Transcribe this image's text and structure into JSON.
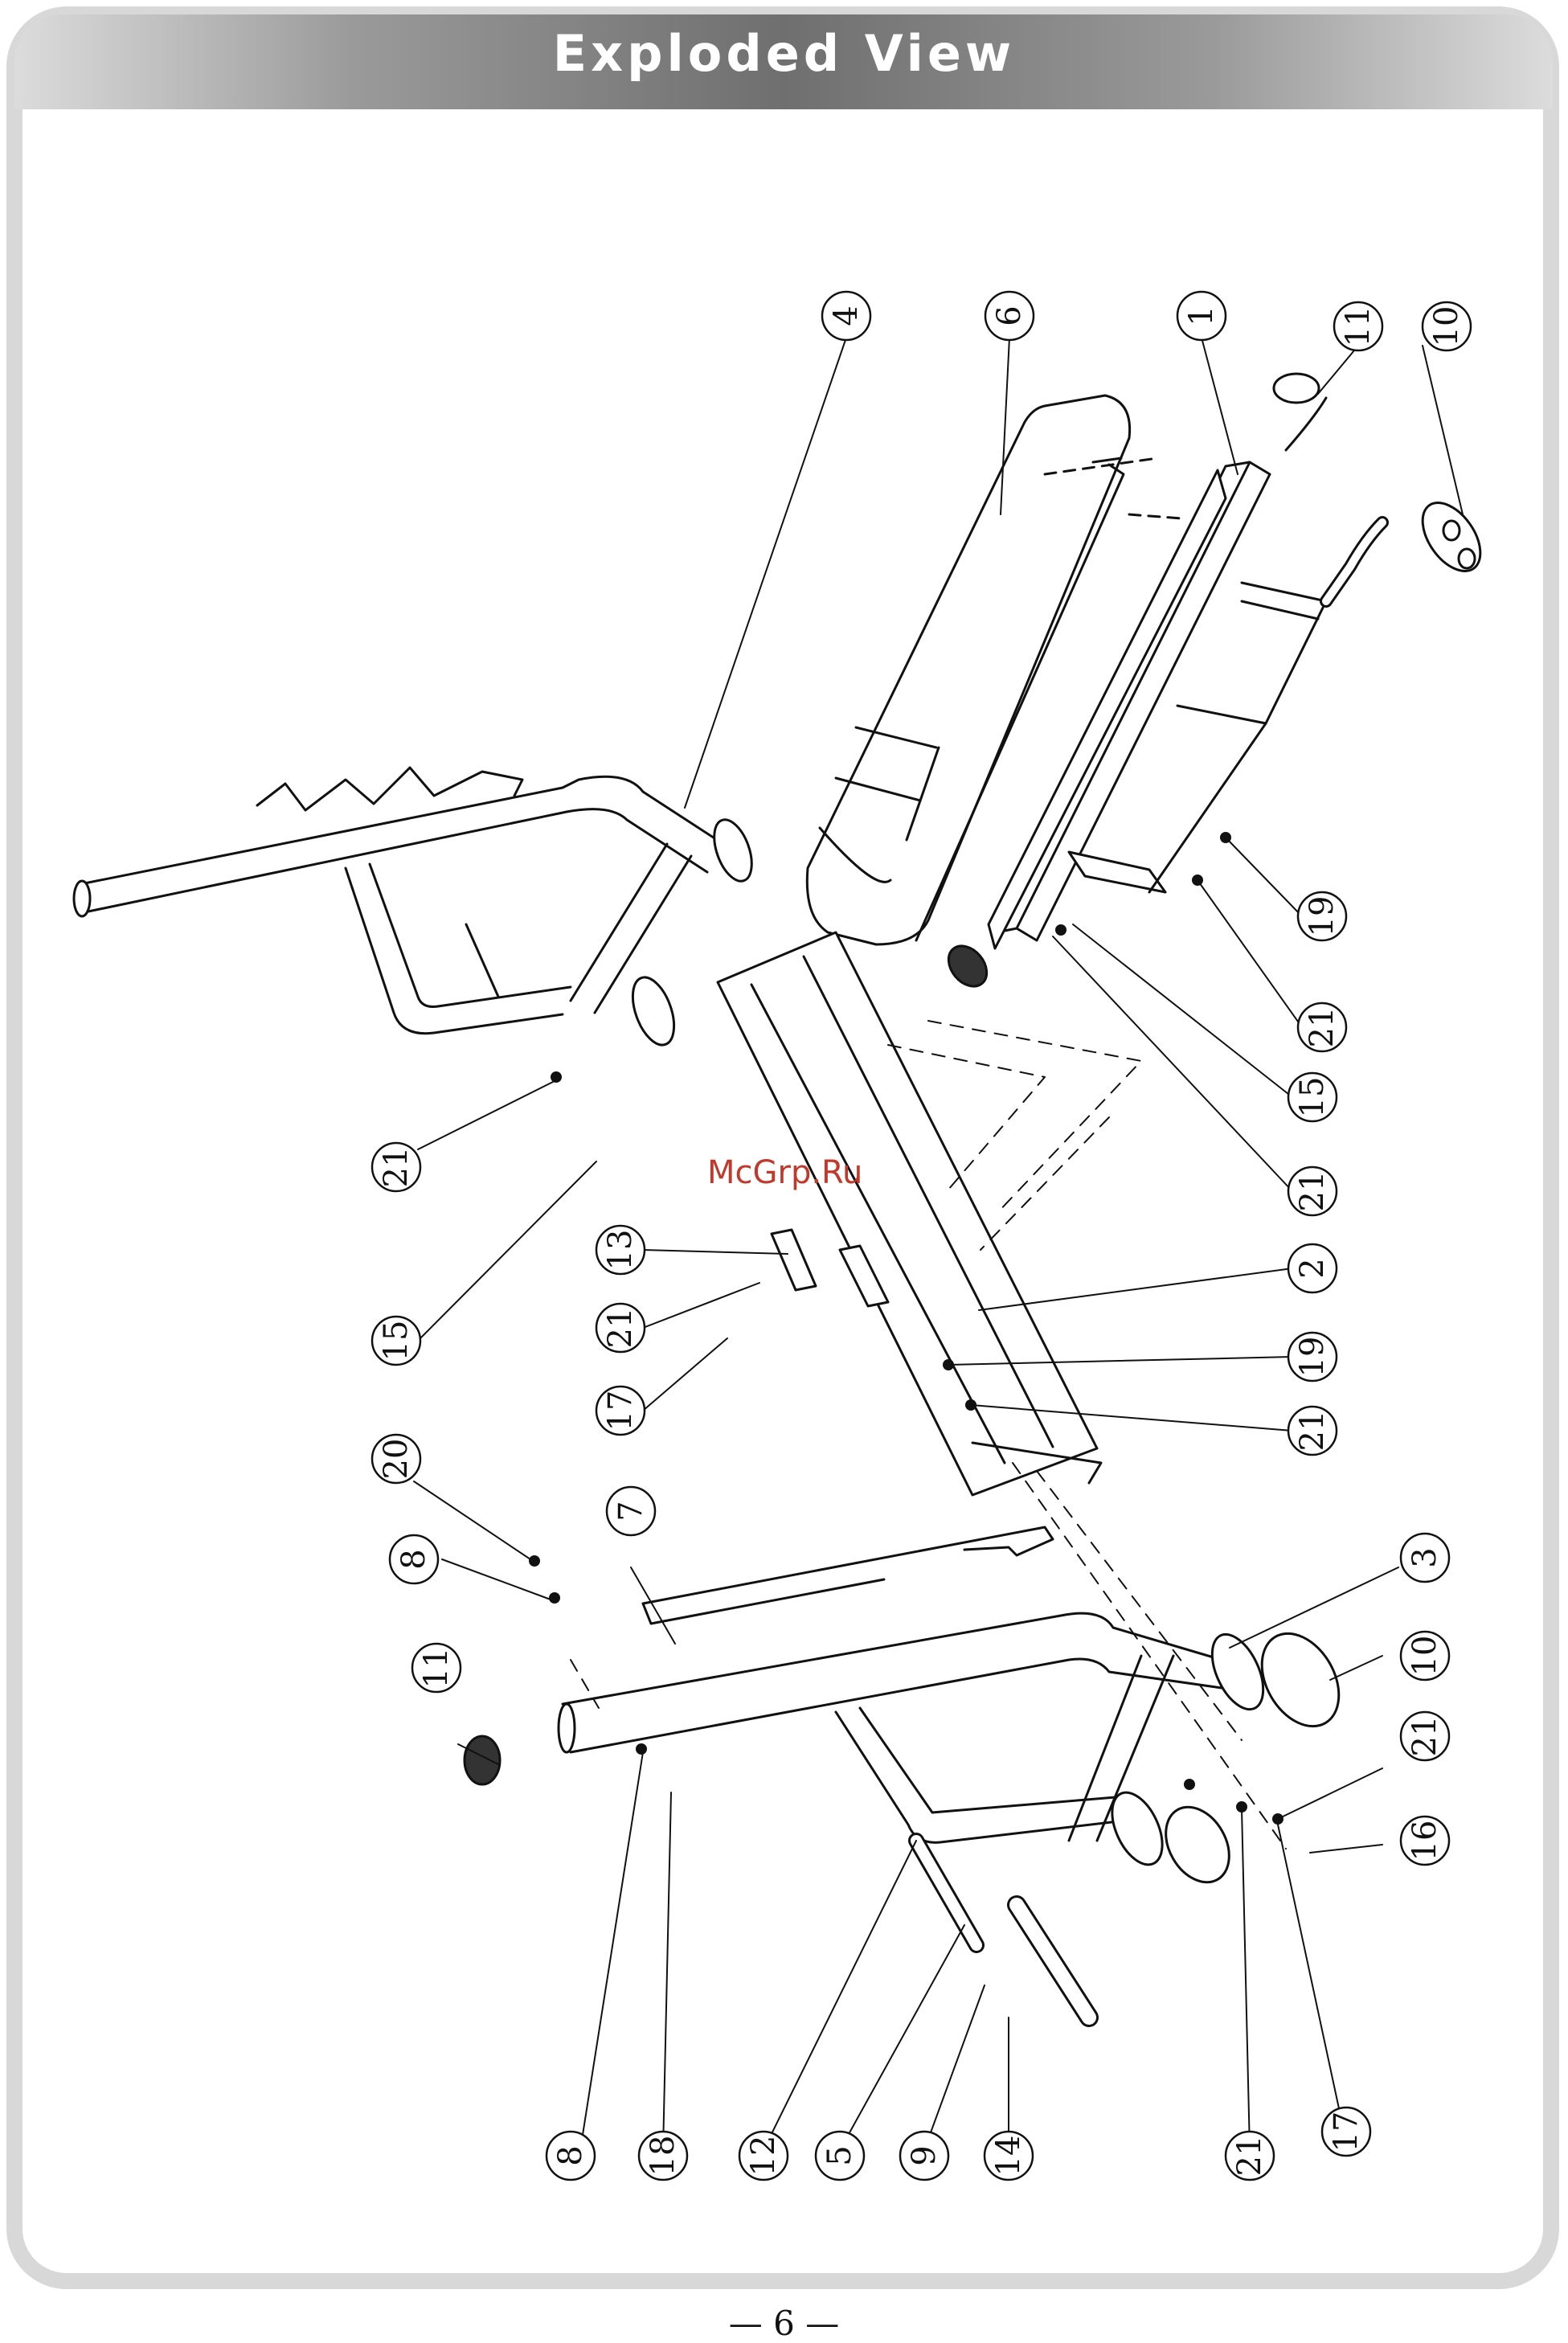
{
  "header": {
    "title": "Exploded View"
  },
  "watermark": "McGrp.Ru",
  "footer": {
    "page_number": "— 6 —"
  },
  "callouts": [
    {
      "label": "4"
    },
    {
      "label": "6"
    },
    {
      "label": "1"
    },
    {
      "label": "11"
    },
    {
      "label": "10"
    },
    {
      "label": "19"
    },
    {
      "label": "21"
    },
    {
      "label": "15"
    },
    {
      "label": "21"
    },
    {
      "label": "2"
    },
    {
      "label": "19"
    },
    {
      "label": "21"
    },
    {
      "label": "21"
    },
    {
      "label": "15"
    },
    {
      "label": "13"
    },
    {
      "label": "21"
    },
    {
      "label": "17"
    },
    {
      "label": "20"
    },
    {
      "label": "8"
    },
    {
      "label": "7"
    },
    {
      "label": "11"
    },
    {
      "label": "3"
    },
    {
      "label": "10"
    },
    {
      "label": "21"
    },
    {
      "label": "16"
    },
    {
      "label": "8"
    },
    {
      "label": "18"
    },
    {
      "label": "12"
    },
    {
      "label": "5"
    },
    {
      "label": "9"
    },
    {
      "label": "14"
    },
    {
      "label": "21"
    },
    {
      "label": "17"
    }
  ]
}
